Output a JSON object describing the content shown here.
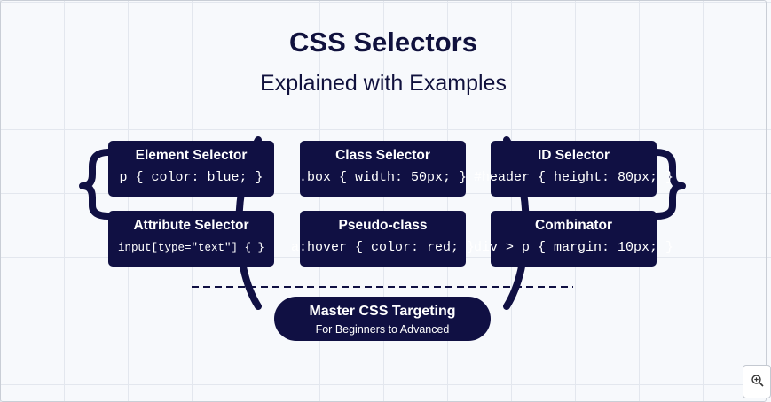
{
  "title": "CSS Selectors",
  "subtitle": "Explained with Examples",
  "cards": [
    {
      "title": "Element Selector",
      "code": "p { color: blue; }"
    },
    {
      "title": "Class Selector",
      "code": ".box { width: 50px; }"
    },
    {
      "title": "ID Selector",
      "code": "#header { height: 80px; }"
    },
    {
      "title": "Attribute Selector",
      "code": "input[type=\"text\"] { }"
    },
    {
      "title": "Pseudo-class",
      "code": "a:hover { color: red; }"
    },
    {
      "title": "Combinator",
      "code": "div > p { margin: 10px; }"
    }
  ],
  "center": {
    "title": "Master CSS Targeting",
    "subtitle": "For Beginners to Advanced"
  },
  "zoom_icon": "zoom-in-icon",
  "colors": {
    "navy": "#101043",
    "background": "#f7f9fc",
    "grid": "#e3e7ee"
  }
}
